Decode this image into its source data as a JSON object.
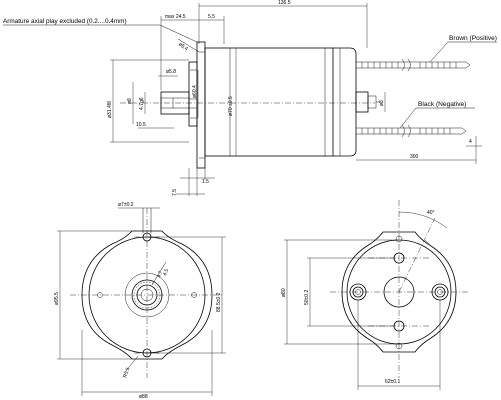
{
  "note": "Armature axial play excluded (0.2....0.4mm)",
  "wires": {
    "positive": "Brown (Positive)",
    "negative": "Black (Negative)"
  },
  "side_view": {
    "overall_length": "136.5",
    "flange_max": "max 24.5",
    "flange_offset": "5.5",
    "hole_spec": "ø5.4",
    "pilot_diameter": "ø31.4f8",
    "shaft_diameter": "ø8",
    "shaft_spec_a": "4.7g6",
    "shaft_spec_b": "ø5.8",
    "pin_length": "10.5",
    "flange_dia": "ø60.4",
    "body_dia": "ø70 ±0.5",
    "terminal_dim": "ø8",
    "wire_length": "300",
    "flange_thickness": "1.5",
    "base_thickness": "7.5",
    "wire_end": "4"
  },
  "front_view": {
    "bolt_dia": "ø7±0.2",
    "height": "ø95.5",
    "bolt_spacing": "88.5±0.2",
    "width": "ø88",
    "corner": "R5.5",
    "hub_dim": "4.7",
    "hub_dim2": "4.5"
  },
  "rear_view": {
    "angle": "40°",
    "height": "ø80",
    "bolt_circle": "50±0.2",
    "hole_spacing": "62±0.1"
  }
}
